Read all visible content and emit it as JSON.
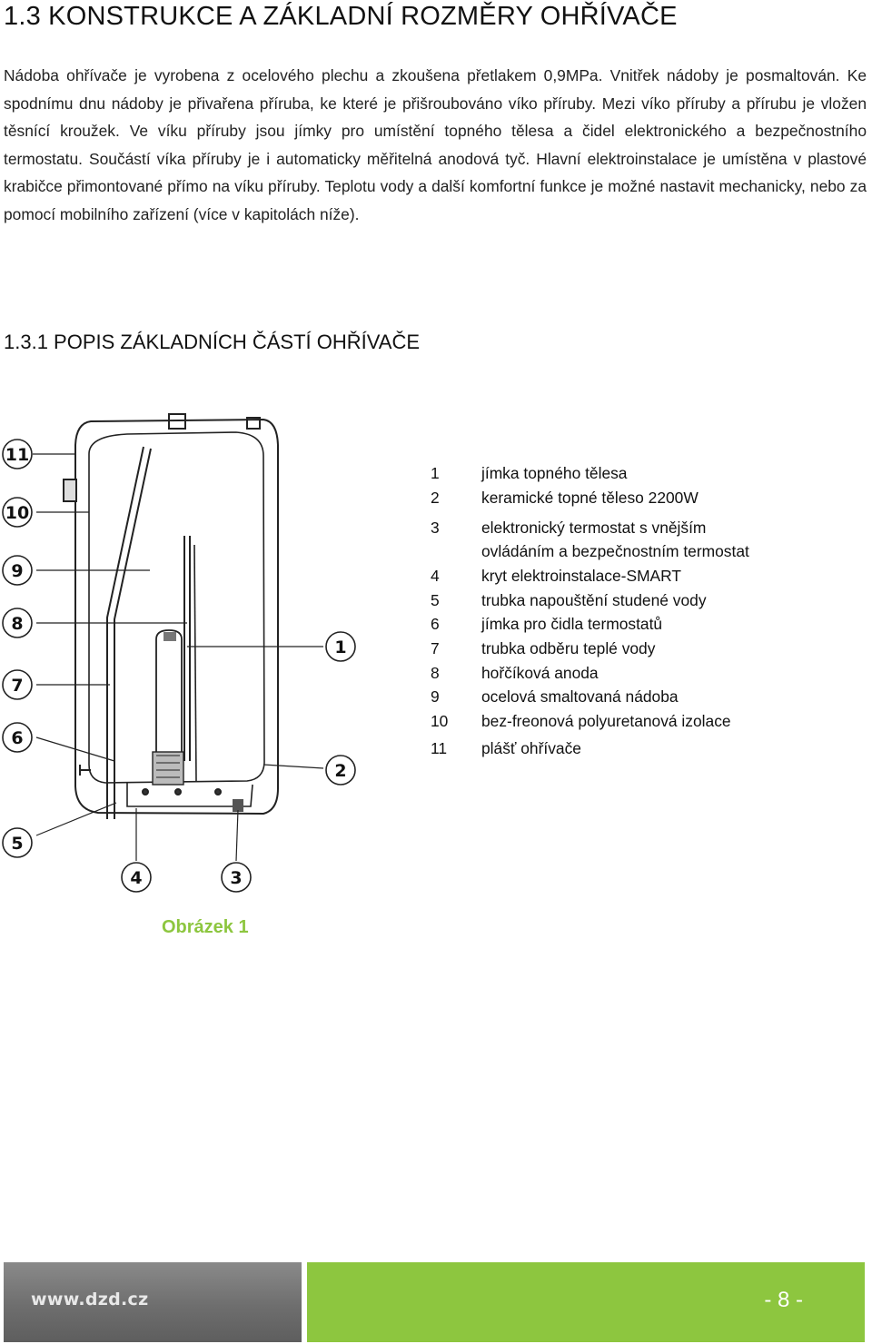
{
  "heading": "1.3 KONSTRUKCE A ZÁKLADNÍ ROZMĚRY OHŘÍVAČE",
  "intro": "Nádoba ohřívače je vyrobena z ocelového plechu a zkoušena přetlakem 0,9MPa. Vnitřek nádoby je posmaltován. Ke spodnímu dnu nádoby je přivařena příruba, ke které je přišroubováno víko příruby. Mezi víko příruby a přírubu je vložen těsnící kroužek. Ve víku příruby jsou jímky pro umístění topného tělesa a čidel elektronického a bezpečnostního termostatu. Součástí víka příruby je i automaticky měřitelná anodová tyč. Hlavní elektroinstalace je umístěna v plastové krabičce přimontované přímo na víku příruby. Teplotu vody a další komfortní funkce je možné nastavit mechanicky, nebo za pomocí mobilního zařízení (více v kapitolách níže).",
  "subheading": "1.3.1   POPIS ZÁKLADNÍCH ČÁSTÍ OHŘÍVAČE",
  "diagram_labels": [
    "1",
    "2",
    "3",
    "4",
    "5",
    "6",
    "7",
    "8",
    "9",
    "10",
    "11"
  ],
  "legend": [
    {
      "num": "1",
      "text": "jímka topného tělesa"
    },
    {
      "num": "2",
      "text": "keramické topné těleso 2200W"
    },
    {
      "num": "3",
      "text": "elektronický termostat s vnějším ovládáním a bezpečnostním termostat"
    },
    {
      "num": "4",
      "text": "kryt elektroinstalace-SMART"
    },
    {
      "num": "5",
      "text": "trubka napouštění studené vody"
    },
    {
      "num": "6",
      "text": "jímka pro čidla termostatů"
    },
    {
      "num": "7",
      "text": "trubka odběru teplé vody"
    },
    {
      "num": "8",
      "text": "hořčíková anoda"
    },
    {
      "num": "9",
      "text": "ocelová smaltovaná nádoba"
    },
    {
      "num": "10",
      "text": "bez-freonová polyuretanová izolace"
    },
    {
      "num": "11",
      "text": "plášť ohřívače"
    }
  ],
  "caption": "Obrázek 1",
  "footer": {
    "url": "www.dzd.cz",
    "page": "- 8 -"
  },
  "colors": {
    "accent_green": "#8dc63f",
    "footer_gray": "#6e6e6e"
  }
}
